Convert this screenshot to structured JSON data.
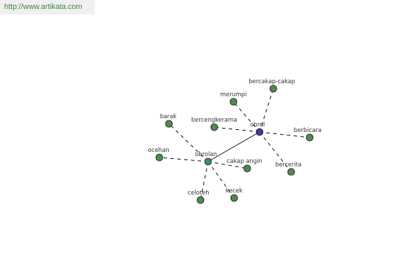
{
  "source": {
    "url_text": "http://www.artikata.com"
  },
  "colors": {
    "hub_primary": "#3d3d99",
    "hub_secondary": "#3e8a7a",
    "leaf": "#4e8a4e",
    "edge": "#000000",
    "banner_bg": "#f0f0f0",
    "link": "#3a8a3a"
  },
  "graph": {
    "nodes": [
      {
        "id": "obrol",
        "label": "obrol",
        "kind": "hub_primary"
      },
      {
        "id": "obrolan",
        "label": "obrolan",
        "kind": "hub_secondary"
      },
      {
        "id": "bercakap-cakap",
        "label": "bercakap-cakap",
        "kind": "leaf"
      },
      {
        "id": "merumpi",
        "label": "merumpi",
        "kind": "leaf"
      },
      {
        "id": "bercengkerama",
        "label": "bercengkerama",
        "kind": "leaf"
      },
      {
        "id": "berbicara",
        "label": "berbicara",
        "kind": "leaf"
      },
      {
        "id": "bercerita",
        "label": "bercerita",
        "kind": "leaf"
      },
      {
        "id": "barak",
        "label": "barak",
        "kind": "leaf"
      },
      {
        "id": "oceh",
        "label": "ocehan",
        "kind": "leaf"
      },
      {
        "id": "cakap-angin",
        "label": "cakap angin",
        "kind": "leaf"
      },
      {
        "id": "celoteh",
        "label": "celoteh",
        "kind": "leaf"
      },
      {
        "id": "kecek",
        "label": "kecek",
        "kind": "leaf"
      }
    ],
    "edges": [
      {
        "from": "obrolan",
        "to": "obrol",
        "style": "solid"
      },
      {
        "from": "obrol",
        "to": "bercakap-cakap",
        "style": "dashed"
      },
      {
        "from": "obrol",
        "to": "merumpi",
        "style": "dashed"
      },
      {
        "from": "obrol",
        "to": "bercengkerama",
        "style": "dashed"
      },
      {
        "from": "obrol",
        "to": "berbicara",
        "style": "dashed"
      },
      {
        "from": "obrol",
        "to": "bercerita",
        "style": "dashed"
      },
      {
        "from": "obrolan",
        "to": "barak",
        "style": "dashed"
      },
      {
        "from": "obrolan",
        "to": "oceh",
        "style": "dashed"
      },
      {
        "from": "obrolan",
        "to": "cakap-angin",
        "style": "dashed"
      },
      {
        "from": "obrolan",
        "to": "celoteh",
        "style": "dashed"
      },
      {
        "from": "obrolan",
        "to": "kecek",
        "style": "dashed"
      }
    ]
  }
}
